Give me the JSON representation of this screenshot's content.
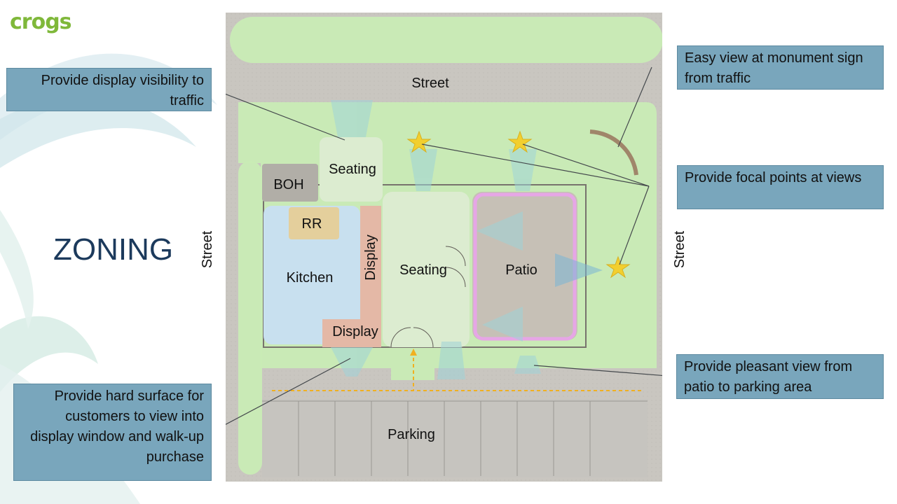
{
  "logo": "crogs",
  "title": "ZONING",
  "plan": {
    "street_top": "Street",
    "street_left": "Street",
    "street_right": "Street",
    "zones": {
      "seating_top": "Seating",
      "boh": "BOH",
      "rr": "RR",
      "kitchen": "Kitchen",
      "display_vertical": "Display",
      "display_bottom": "Display",
      "seating_main": "Seating",
      "patio": "Patio",
      "parking": "Parking"
    }
  },
  "callouts": {
    "display_visibility": "Provide display visibility to traffic",
    "monument_sign": "Easy view at monument sign from traffic",
    "focal_points": "Provide focal points at views",
    "pleasant_view": "Provide pleasant view from patio to parking area",
    "hard_surface": "Provide hard surface for customers to view into display window and walk-up purchase"
  },
  "colors": {
    "brand_green": "#7fb83a",
    "title_navy": "#1c3a5c",
    "callout_blue": "#79a6bc",
    "landscape_green": "#c9ecb5",
    "kitchen_blue": "#c8e0ef",
    "display_salmon": "#e4b8a6",
    "patio_pink": "#e6a6e6",
    "star_yellow": "#f2cf2f",
    "path_orange": "#f0b020"
  }
}
